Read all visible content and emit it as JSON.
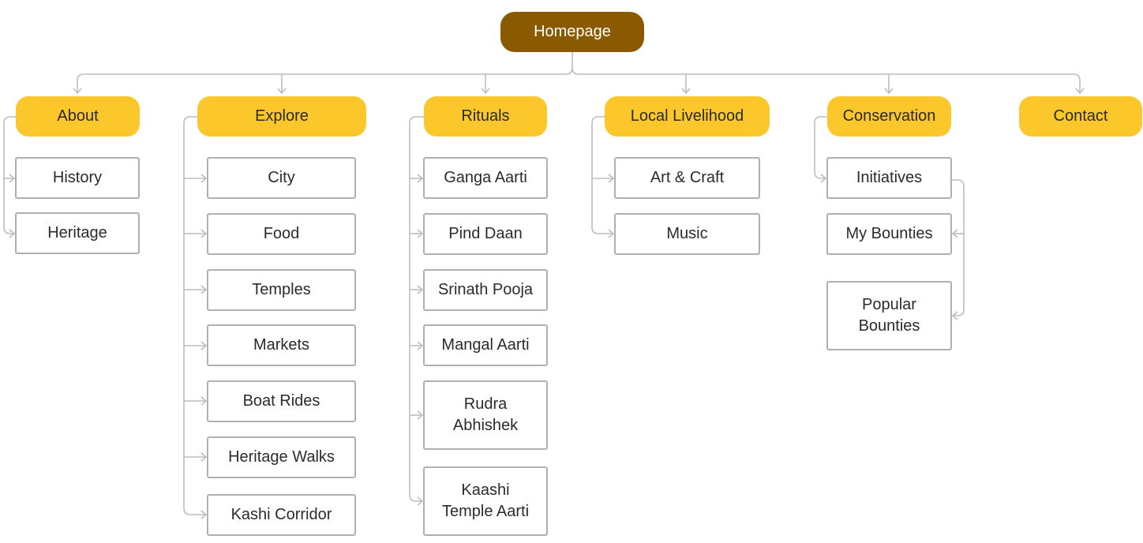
{
  "colors": {
    "root_fill": "#8a5a00",
    "category_fill": "#fcc72b",
    "leaf_border": "#b0b0b0",
    "connector": "#bdbdbd"
  },
  "root": {
    "label": "Homepage"
  },
  "categories": [
    {
      "key": "about",
      "label": "About",
      "children": [
        "History",
        "Heritage"
      ]
    },
    {
      "key": "explore",
      "label": "Explore",
      "children": [
        "City",
        "Food",
        "Temples",
        "Markets",
        "Boat Rides",
        "Heritage Walks",
        "Kashi Corridor"
      ]
    },
    {
      "key": "rituals",
      "label": "Rituals",
      "children": [
        "Ganga Aarti",
        "Pind Daan",
        "Srinath Pooja",
        "Mangal Aarti",
        "Rudra\nAbhishek",
        "Kaashi\nTemple Aarti"
      ]
    },
    {
      "key": "local-livelihood",
      "label": "Local Livelihood",
      "children": [
        "Art & Craft",
        "Music"
      ]
    },
    {
      "key": "conservation",
      "label": "Conservation",
      "children": [
        "Initiatives",
        "My Bounties",
        "Popular\nBounties"
      ]
    },
    {
      "key": "contact",
      "label": "Contact",
      "children": []
    }
  ]
}
